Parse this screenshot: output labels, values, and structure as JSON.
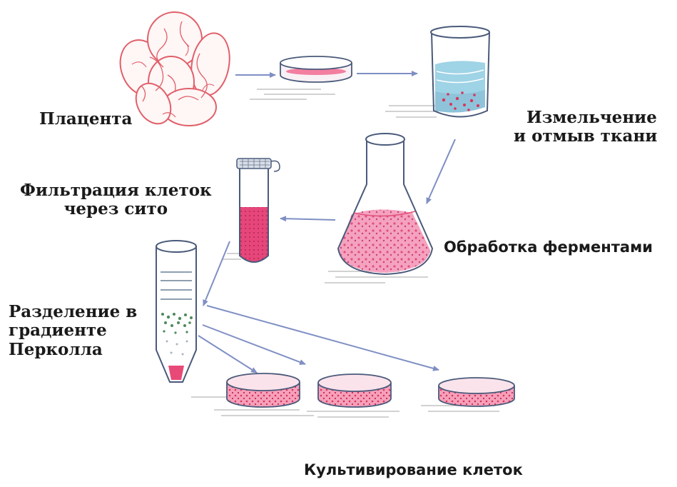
{
  "labels": {
    "placenta": "Плацента",
    "mincing_line1": "Измельчение",
    "mincing_line2": "и отмыв ткани",
    "filtration_line1": "Фильтрация клеток",
    "filtration_line2": "через сито",
    "enzymes": "Обработка ферментами",
    "gradient_line1": "Разделение в",
    "gradient_line2": "градиенте",
    "gradient_line3": "Перколла",
    "culture": "Культивирование клеток"
  },
  "colors": {
    "tissue": "#e0606a",
    "cells": "#d8345a",
    "liquid_pink": "#f27ea0",
    "liquid_blue": "#9fd3e6",
    "glass": "#4a5a7a",
    "arrow": "#7f8fc4",
    "green_band": "#4c8a5c"
  }
}
